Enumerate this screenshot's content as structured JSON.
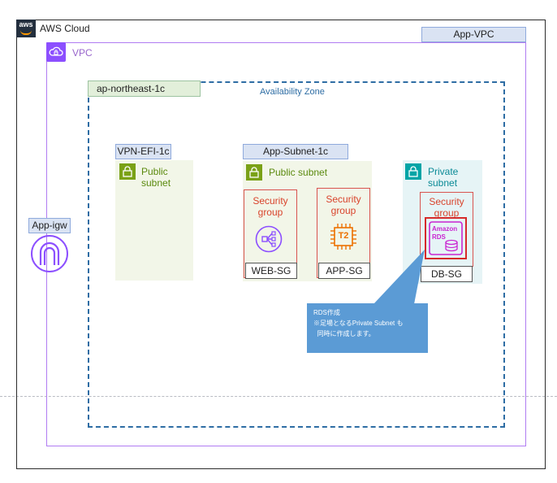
{
  "aws_cloud": {
    "logo": "aws",
    "label": "AWS Cloud"
  },
  "vpc": {
    "tag": "App-VPC",
    "label": "VPC",
    "icon": "vpc-cloud-icon"
  },
  "region": {
    "label": "ap-northeast-1c"
  },
  "availability_zone": {
    "label": "Availability Zone"
  },
  "subnets": {
    "vpn": {
      "tag": "VPN-EFI-1c",
      "label_line1": "Public",
      "label_line2": "subnet"
    },
    "app": {
      "tag": "App-Subnet-1c",
      "label": "Public subnet"
    },
    "private": {
      "label_line1": "Private",
      "label_line2": "subnet"
    }
  },
  "security_groups": {
    "label_line1": "Security",
    "label_line2": "group",
    "web": {
      "name": "WEB-SG",
      "icon": "elb-icon"
    },
    "app": {
      "name": "APP-SG",
      "icon": "ec2-t2-icon",
      "icon_text": "T2"
    },
    "db": {
      "name": "DB-SG",
      "icon": "rds-icon",
      "icon_text_line1": "Amazon",
      "icon_text_line2": "RDS"
    }
  },
  "igw": {
    "tag": "App-igw",
    "icon": "internet-gateway-icon"
  },
  "callout": {
    "line1": "RDS作成",
    "line2": "※足場となるPrivate Subnet も",
    "line3": "  同時に作成します。"
  },
  "colors": {
    "vpc_border": "#b07cf2",
    "az_border": "#2e6da4",
    "public_subnet": "#7aa116",
    "private_subnet": "#00a4a6",
    "security_group": "#d9534f",
    "callout": "#5b9bd5",
    "ec2": "#ed7100",
    "rds": "#c925d1",
    "elb": "#8c4fff"
  }
}
